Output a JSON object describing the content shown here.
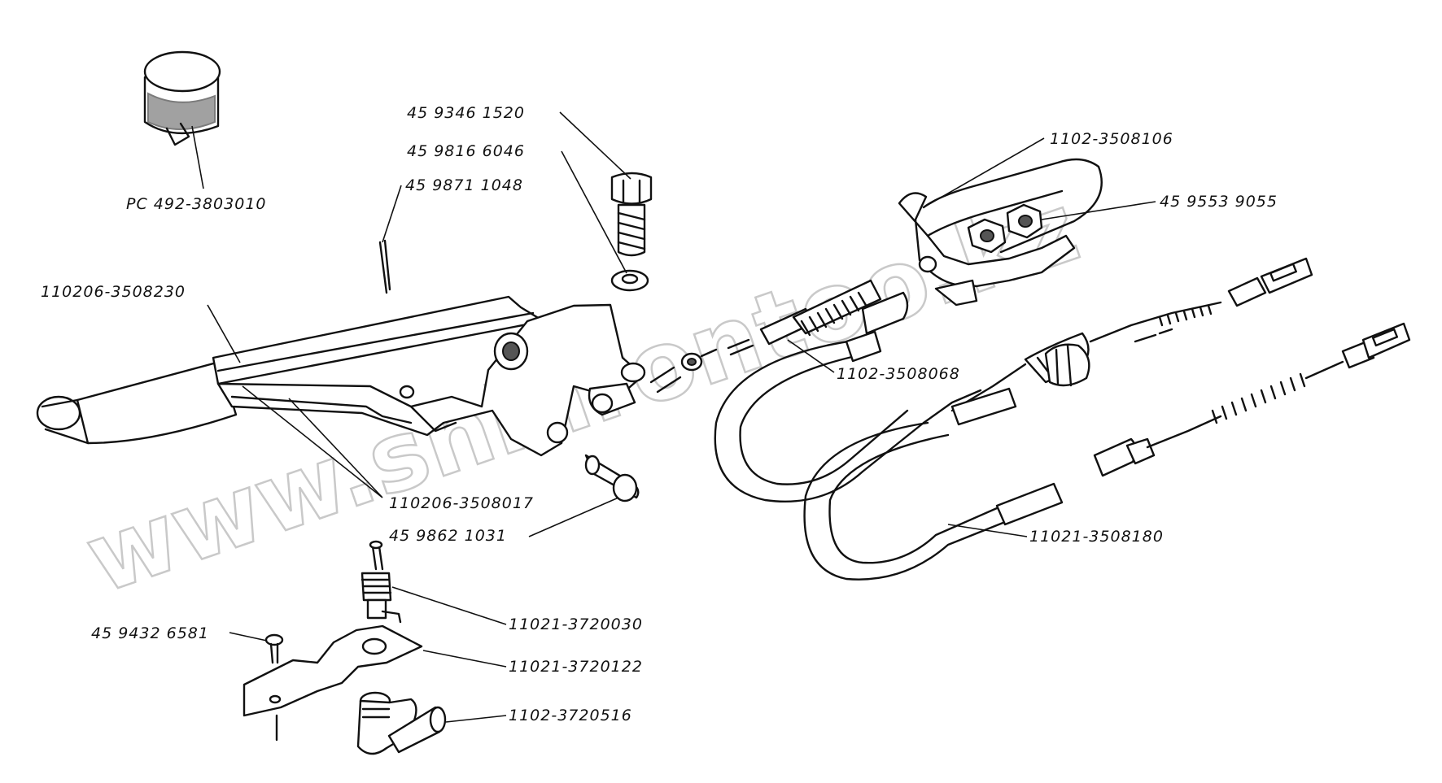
{
  "watermark": "www.shinrontoo.kz",
  "labels": {
    "relay": "РС 492-3803010",
    "bolt": "45 9346 1520",
    "washer": "45 9816 6046",
    "pin": "45 9871 1048",
    "lever": "110206-3508230",
    "lever_inner": "110206-3508017",
    "axle": "45 9862 1031",
    "equalizer": "1102-3508106",
    "nuts": "45 9553 9055",
    "rod": "1102-3508068",
    "cable": "11021-3508180",
    "switch": "11021-3720030",
    "screw": "45 9432 6581",
    "bracket": "11021-3720122",
    "cap": "1102-3720516"
  }
}
